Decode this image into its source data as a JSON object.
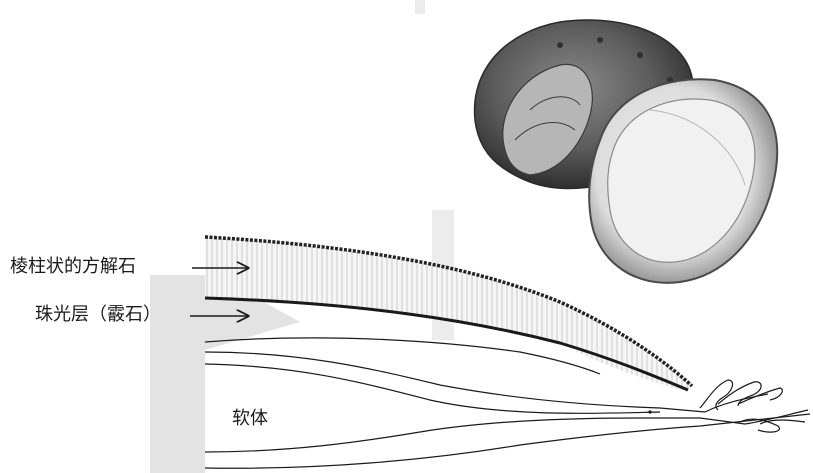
{
  "figure": {
    "labels": {
      "prismatic_layer": "棱柱状的方解石",
      "nacre_layer": "珠光层（霰石）",
      "soft_body": "软体"
    }
  }
}
